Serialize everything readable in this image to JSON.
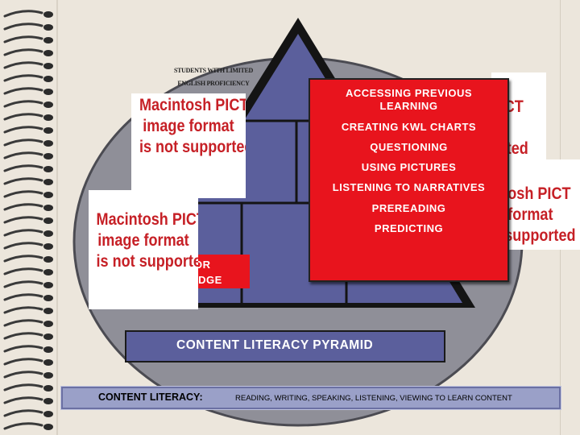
{
  "student_label": "STUDENTS WITH LIMITED ENGLISH PROFICIENCY",
  "pict_placeholder": {
    "line1": "Macintosh PICT",
    "line2": "image format",
    "line3": "is not supported"
  },
  "strategies": [
    "ACCESSING PREVIOUS",
    "LEARNING",
    "CREATING KWL CHARTS",
    "QUESTIONING",
    "USING PICTURES",
    "LISTENING TO NARRATIVES",
    "PREREADING",
    "PREDICTING"
  ],
  "prior_knowledge": {
    "line1": "OR",
    "line2": "EDGE"
  },
  "pyramid_title": "CONTENT LITERACY PYRAMID",
  "content_literacy": {
    "label": "CONTENT LITERACY:",
    "definition": "READING, WRITING, SPEAKING, LISTENING, VIEWING TO LEARN CONTENT"
  },
  "colors": {
    "accent_red": "#e8141d",
    "banner_blue": "#5b5f9c",
    "bar_lavender": "#9aa0c8",
    "pyramid_fill": "#5b5f9c",
    "circle_fill": "#8f8f98"
  }
}
